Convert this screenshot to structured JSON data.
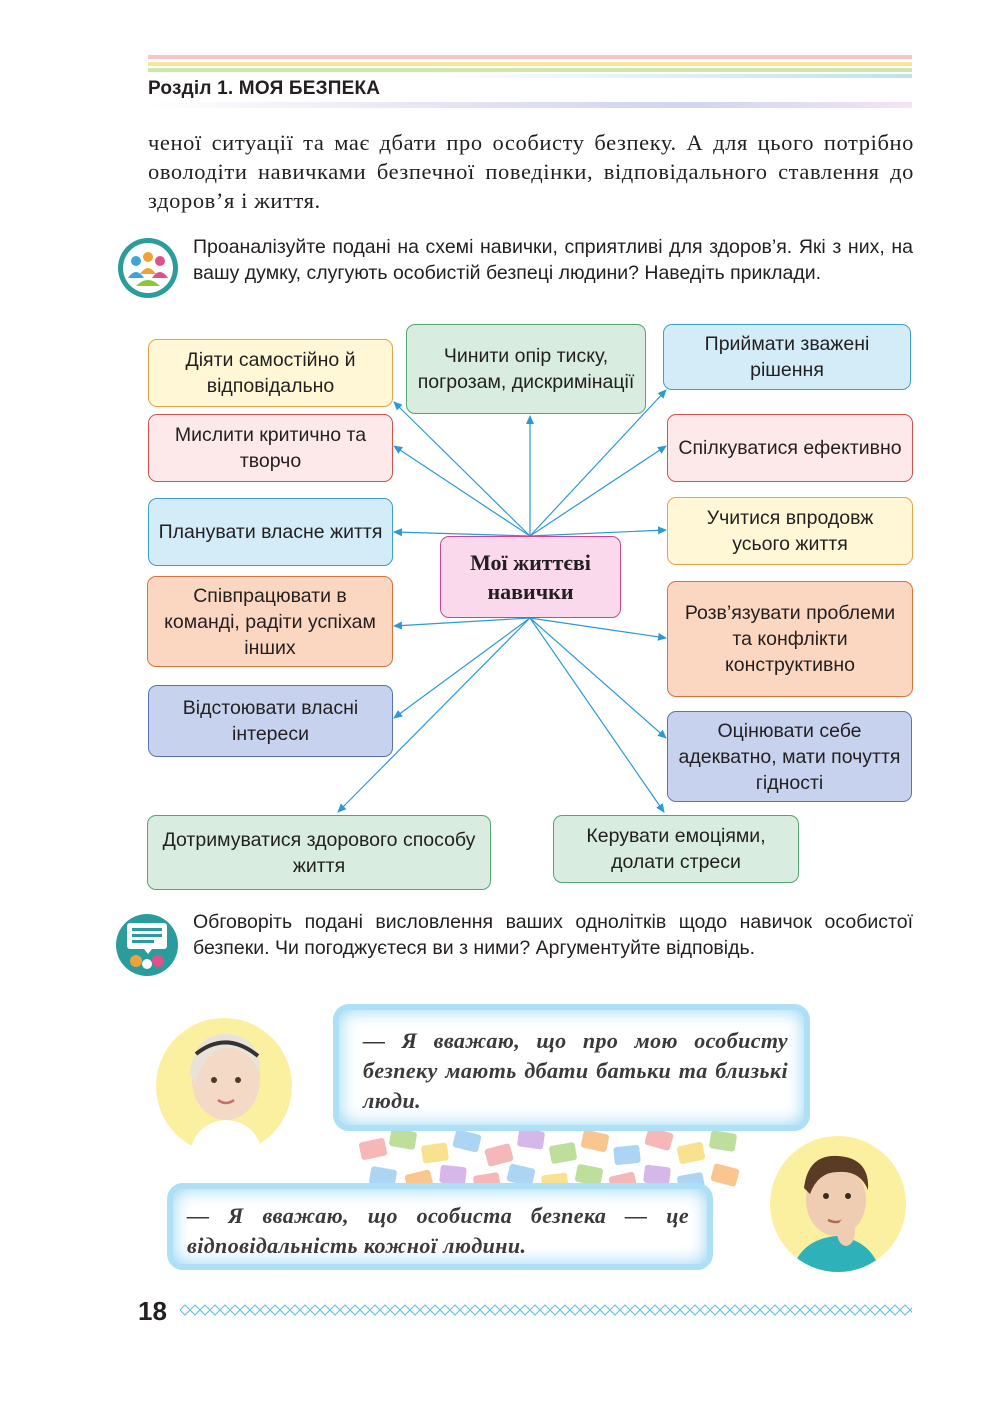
{
  "header": {
    "section_title": "Розділ 1. МОЯ БЕЗПЕКА",
    "stripe_colors": [
      "#f6b8c8",
      "#f9e39a",
      "#c6e3a2",
      "#bfe2ee"
    ]
  },
  "intro_text": "ченої ситуації та має дбати про особисту безпеку. А для цього потрібно оволодіти навичками безпечної поведінки, відповідального ставлення до здоров’я і життя.",
  "task1": {
    "icon": "group-work-icon",
    "text": "Проаналізуйте подані на схемі навички, сприятливі для здоров’я. Які з них, на вашу думку, слугують особистій безпеці людини? Наведіть приклади."
  },
  "diagram": {
    "center": "Мої життєві навички",
    "skills": [
      "Діяти самостійно й відповідально",
      "Чинити опір тиску, погрозам, дискримінації",
      "Приймати зважені рішення",
      "Мислити критично та творчо",
      "Спілкуватися ефективно",
      "Планувати власне життя",
      "Учитися впродовж усього життя",
      "Співпрацювати в команді, радіти успіхам інших",
      "Розв’язувати проблеми та конфлікти конструктивно",
      "Відстоювати власні інтереси",
      "Оцінювати себе адекватно, мати почуття гідності",
      "Дотримуватися здорового способу життя",
      "Керувати емоціями, долати стреси"
    ]
  },
  "task2": {
    "icon": "discussion-icon",
    "text": "Обговоріть подані висловлення ваших однолітків щодо навичок особистої безпеки. Чи погоджуєтеся ви з ними? Аргументуйте відповідь."
  },
  "quotes": [
    "— Я вважаю, що про мою особисту безпеку мають дбати батьки та близькі люди.",
    "— Я вважаю, що особиста безпека — це відповідальність кожної людини."
  ],
  "page_number": "18"
}
